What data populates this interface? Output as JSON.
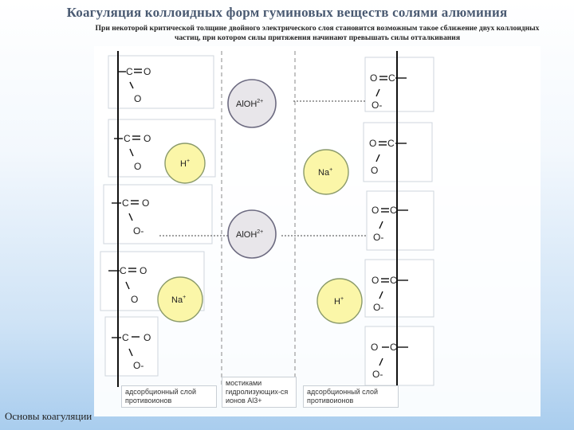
{
  "title": "Коагуляция коллоидных форм гуминовых веществ солями алюминия",
  "subtitle": "При некоторой критической толщине двойного электрического слоя становится возможным такое сближение двух коллоидных частиц, при котором силы притяжения начинают превышать силы отталкивания",
  "footer": "Основы коагуляции",
  "labels": {
    "C": "C",
    "O": "O",
    "O_minus": "O-",
    "AlOH": "AlOH",
    "Al_charge": "2+",
    "H": "H",
    "Na": "Na",
    "plus": "+"
  },
  "legend": {
    "left": "адсорбционный слой противоионов",
    "center": "мостиками гидролизующих-ся ионов Al3+",
    "right": "адсорбционный слой противоионов"
  },
  "colors": {
    "al_circle": "#e8e6ea",
    "cation_circle": "#fbf6a8"
  }
}
